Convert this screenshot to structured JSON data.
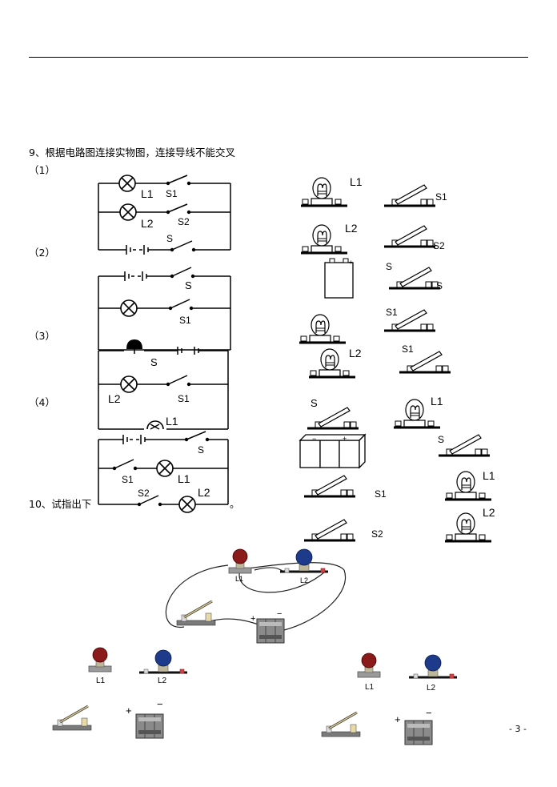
{
  "question9": {
    "title": "9、根据电路图连接实物图，连接导线不能交叉",
    "parts": [
      "（1）",
      "（2）",
      "（3）",
      "（4）"
    ]
  },
  "question10": {
    "text_start": "10、试指出下",
    "text_end": "。"
  },
  "labels": {
    "L1": "L1",
    "L2": "L2",
    "S": "S",
    "S1": "S1",
    "S2": "S2",
    "plus": "+",
    "minus": "−"
  },
  "page_number": "- 3 -"
}
